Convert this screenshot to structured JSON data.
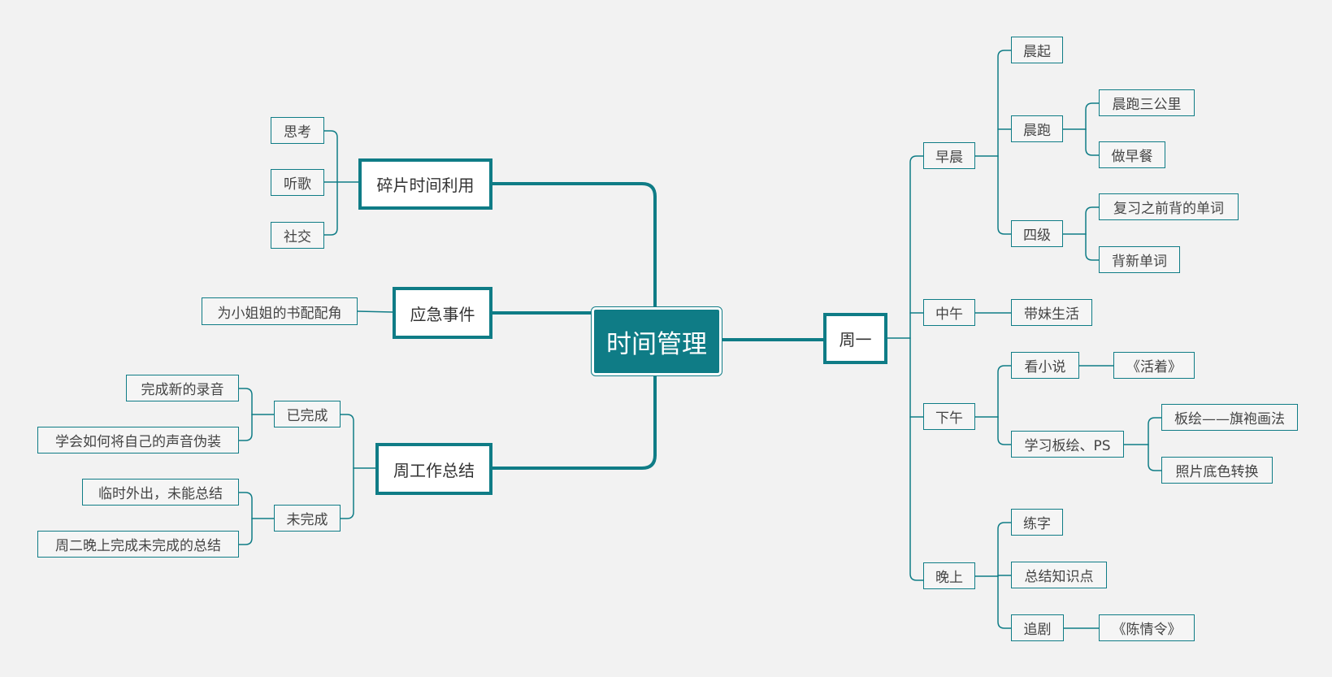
{
  "root": {
    "label": "时间管理"
  },
  "left": {
    "fragment": {
      "label": "碎片时间利用",
      "children": [
        "思考",
        "听歌",
        "社交"
      ]
    },
    "emergency": {
      "label": "应急事件",
      "children": [
        "为小姐姐的书配配角"
      ]
    },
    "weekly": {
      "label": "周工作总结",
      "done": {
        "label": "已完成",
        "children": [
          "完成新的录音",
          "学会如何将自己的声音伪装"
        ]
      },
      "undone": {
        "label": "未完成",
        "children": [
          "临时外出，未能总结",
          "周二晚上完成未完成的总结"
        ]
      }
    }
  },
  "right": {
    "monday": {
      "label": "周一",
      "morning": {
        "label": "早晨",
        "getup": "晨起",
        "run": {
          "label": "晨跑",
          "children": [
            "晨跑三公里",
            "做早餐"
          ]
        },
        "cet4": {
          "label": "四级",
          "children": [
            "复习之前背的单词",
            "背新单词"
          ]
        }
      },
      "noon": {
        "label": "中午",
        "children": [
          "带妹生活"
        ]
      },
      "afternoon": {
        "label": "下午",
        "novel": {
          "label": "看小说",
          "children": [
            "《活着》"
          ]
        },
        "study": {
          "label": "学习板绘、PS",
          "children": [
            "板绘——旗袍画法",
            "照片底色转换"
          ]
        }
      },
      "evening": {
        "label": "晚上",
        "calligraphy": "练字",
        "summary": "总结知识点",
        "drama": {
          "label": "追剧",
          "children": [
            "《陈情令》"
          ]
        }
      }
    }
  },
  "colors": {
    "accent": "#0f7c86",
    "background": "#f2f2f2"
  }
}
